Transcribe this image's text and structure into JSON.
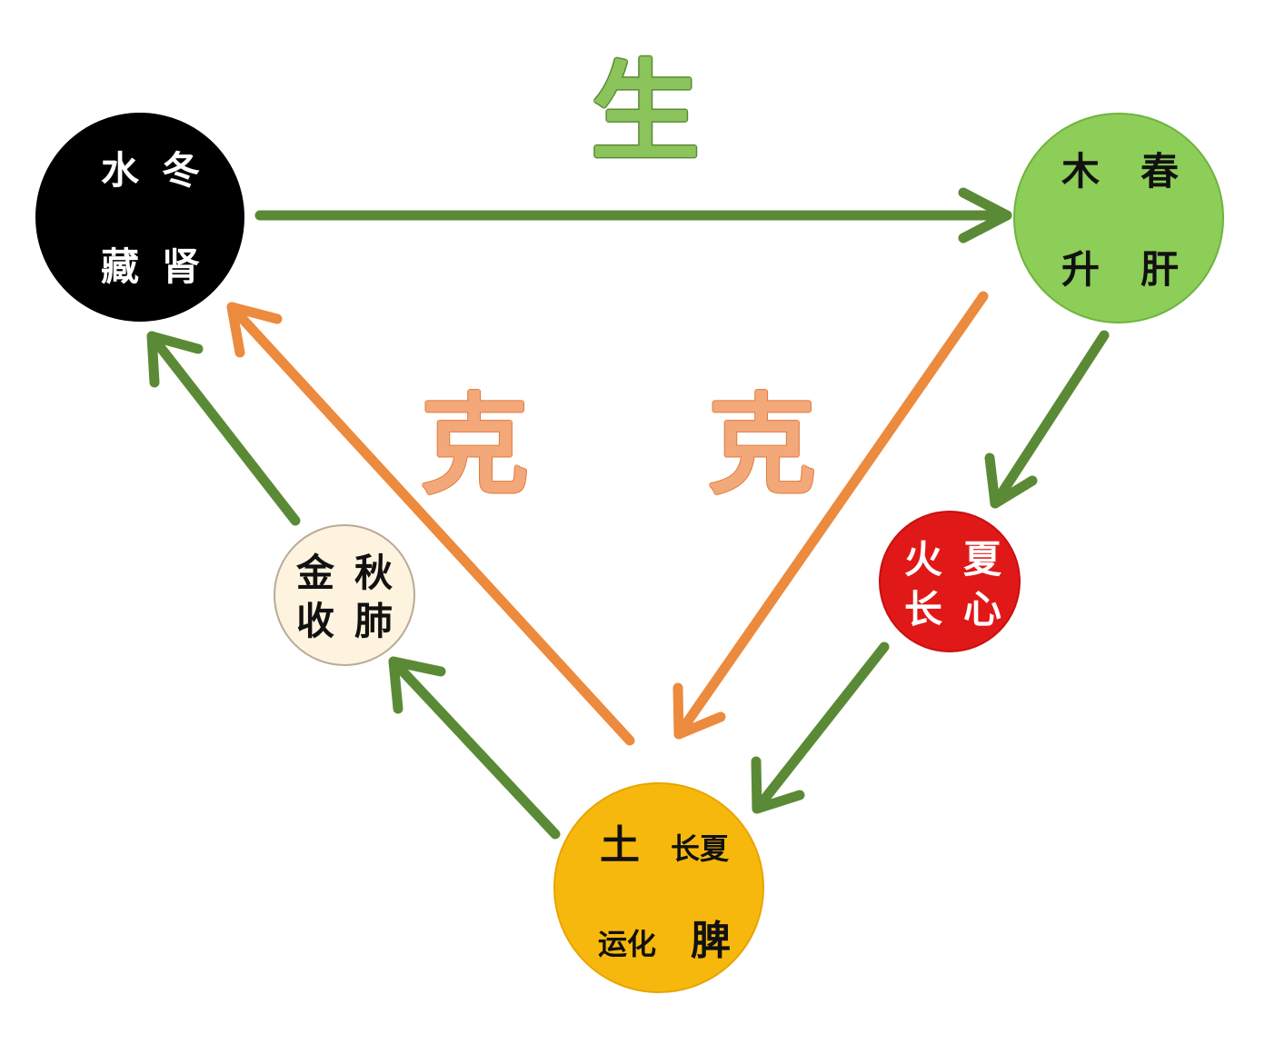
{
  "colors": {
    "generate_arrow": "#5b8a36",
    "overcome_arrow": "#ec8a3e",
    "generate_label": "#8cc45c",
    "overcome_label": "#f3a87a",
    "water": "#000000",
    "wood": "#8cce58",
    "fire": "#e01818",
    "earth": "#f7b80e",
    "metal": "#fdf3df",
    "text_light": "#ffffff",
    "text_dark": "#111111"
  },
  "labels": {
    "generate": "生",
    "overcome_left": "克",
    "overcome_right": "克"
  },
  "nodes": {
    "water": {
      "element": "水",
      "season": "冬",
      "function": "藏",
      "organ": "肾"
    },
    "wood": {
      "element": "木",
      "season": "春",
      "function": "升",
      "organ": "肝"
    },
    "fire": {
      "element": "火",
      "season": "夏",
      "function": "长",
      "organ": "心"
    },
    "earth": {
      "element": "土",
      "season": "长夏",
      "function": "运化",
      "organ": "脾"
    },
    "metal": {
      "element": "金",
      "season": "秋",
      "function": "收",
      "organ": "肺"
    }
  }
}
